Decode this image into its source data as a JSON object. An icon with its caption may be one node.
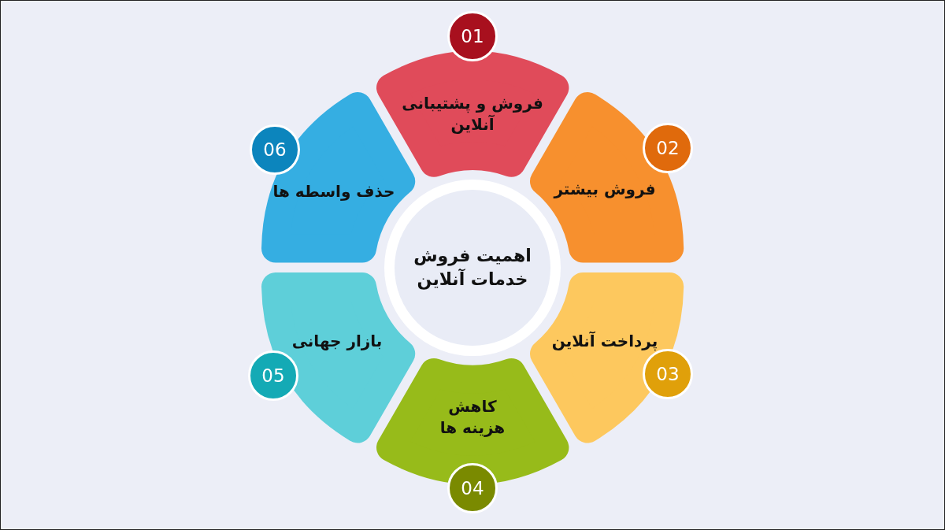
{
  "diagram": {
    "nodes": [
      {
        "text": [
          "اهمیت فروش خدمات آنلاین"
        ]
      },
      {
        "text": [
          "فروش و پشتیبانی آنلاین"
        ]
      },
      {
        "text": [
          "01"
        ]
      },
      {
        "text": [
          "فروش بیشتر"
        ]
      },
      {
        "text": [
          "02"
        ]
      },
      {
        "text": [
          "پرداخت آنلاین"
        ]
      },
      {
        "text": [
          "03"
        ]
      },
      {
        "text": [
          "کاهش هزینه ها"
        ]
      },
      {
        "text": [
          "04"
        ]
      },
      {
        "text": [
          "بازار جهانی"
        ]
      },
      {
        "text": [
          "05"
        ]
      },
      {
        "text": [
          "حذف واسطه ها"
        ]
      },
      {
        "text": [
          "06"
        ]
      }
    ]
  }
}
